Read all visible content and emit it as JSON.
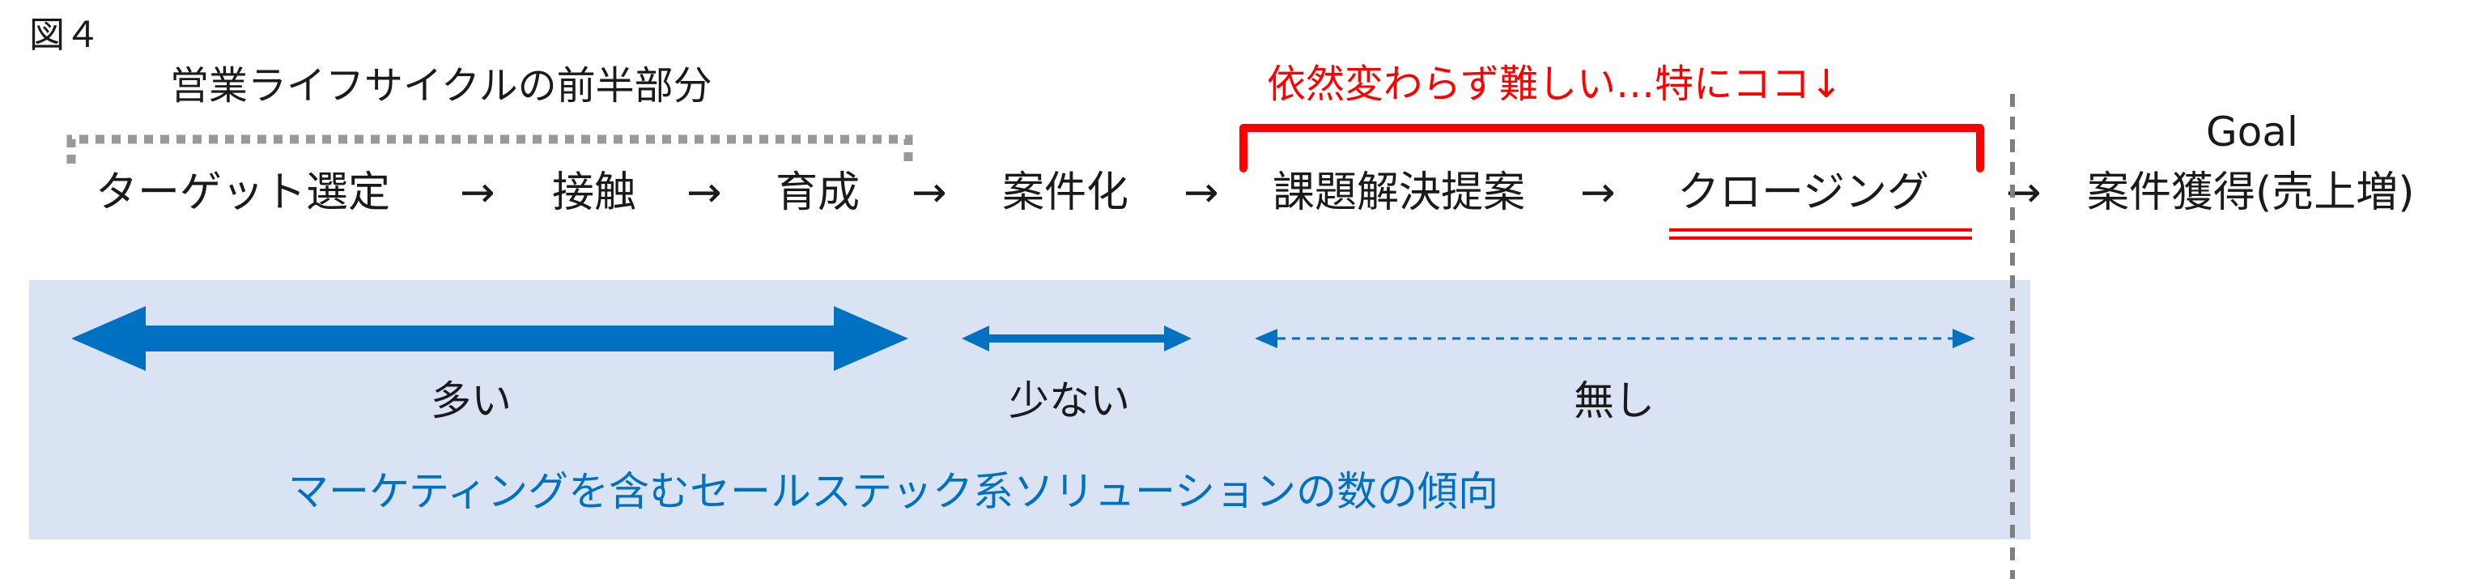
{
  "figure_label": "図４",
  "bracket_label": "営業ライフサイクルの前半部分",
  "highlight_label": "依然変わらず難しい…特にココ↓",
  "goal_label": "Goal",
  "process": {
    "steps": [
      "ターゲット選定",
      "接触",
      "育成",
      "案件化",
      "課題解決提案",
      "クロージング",
      "案件獲得(売上増)"
    ],
    "arrow": "→"
  },
  "solution_counts": {
    "many": "多い",
    "few": "少ない",
    "none": "無し"
  },
  "trend_label": "マーケティングを含むセールステック系ソリューションの数の傾向",
  "colors": {
    "red": "#ff0000",
    "blue": "#0070c0",
    "panel": "#dae3f3",
    "gray": "#999999"
  }
}
